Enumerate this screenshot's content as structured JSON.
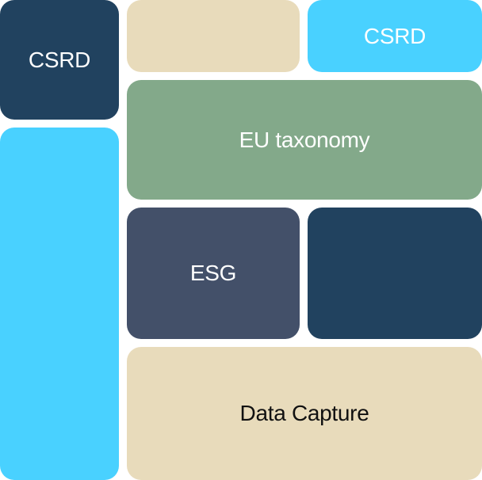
{
  "tiles": {
    "csrd_left": {
      "label": "CSRD"
    },
    "csrd_right": {
      "label": "CSRD"
    },
    "eu_taxonomy": {
      "label": "EU taxonomy"
    },
    "esg": {
      "label": "ESG"
    },
    "data_capture": {
      "label": "Data Capture"
    }
  },
  "colors": {
    "navy": "#21425f",
    "cyan": "#49d1ff",
    "beige": "#e8dbbb",
    "green": "#83a98a",
    "slate": "#435069"
  }
}
